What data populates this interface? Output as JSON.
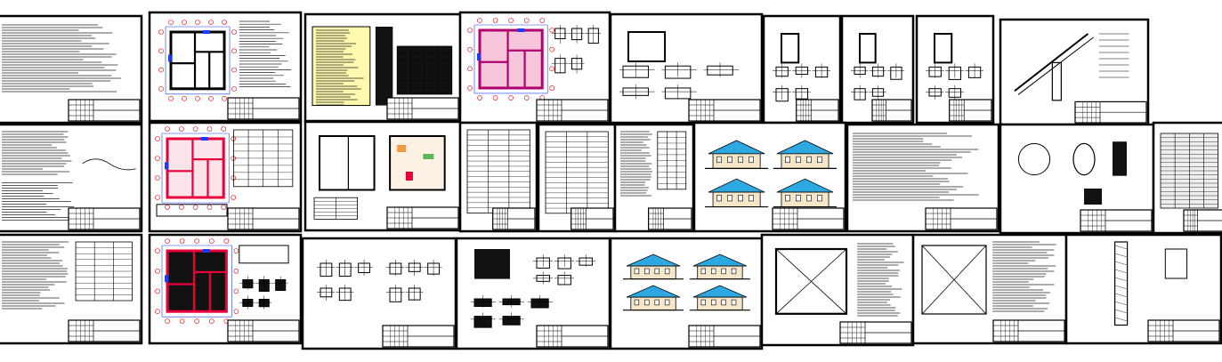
{
  "drawing_set": {
    "colors": {
      "frame": "#000000",
      "paper": "#ffffff",
      "wall_red": "#e8003a",
      "wall_magenta": "#b0006e",
      "dimension_blue": "#1a3cff",
      "roof_cyan": "#2ea8e0",
      "highlight_yellow": "#fff9b0",
      "wall_beige": "#f5e6c8"
    },
    "rows": [
      {
        "sheets": [
          {
            "kind": "text"
          },
          {
            "kind": "plan_dims"
          },
          {
            "kind": "spec_table_yellow"
          },
          {
            "kind": "plan_color"
          },
          {
            "kind": "detail"
          },
          {
            "kind": "detail_small"
          },
          {
            "kind": "detail_small"
          },
          {
            "kind": "detail_section"
          },
          {
            "kind": "roof_section"
          }
        ]
      },
      {
        "sheets": [
          {
            "kind": "text_map"
          },
          {
            "kind": "plan_color_table"
          },
          {
            "kind": "plan_furnished"
          },
          {
            "kind": "table"
          },
          {
            "kind": "table"
          },
          {
            "kind": "text_table"
          },
          {
            "kind": "elevations"
          },
          {
            "kind": "text_dense"
          },
          {
            "kind": "details_round"
          },
          {
            "kind": "table_dense"
          }
        ]
      },
      {
        "sheets": [
          {
            "kind": "text_table"
          },
          {
            "kind": "plan_black"
          },
          {
            "kind": "details_sparse"
          },
          {
            "kind": "details_black"
          },
          {
            "kind": "elevations_small"
          },
          {
            "kind": "roof_plan"
          },
          {
            "kind": "text_detail"
          },
          {
            "kind": "column_detail"
          },
          {
            "kind": "table_elevation"
          }
        ]
      }
    ]
  }
}
